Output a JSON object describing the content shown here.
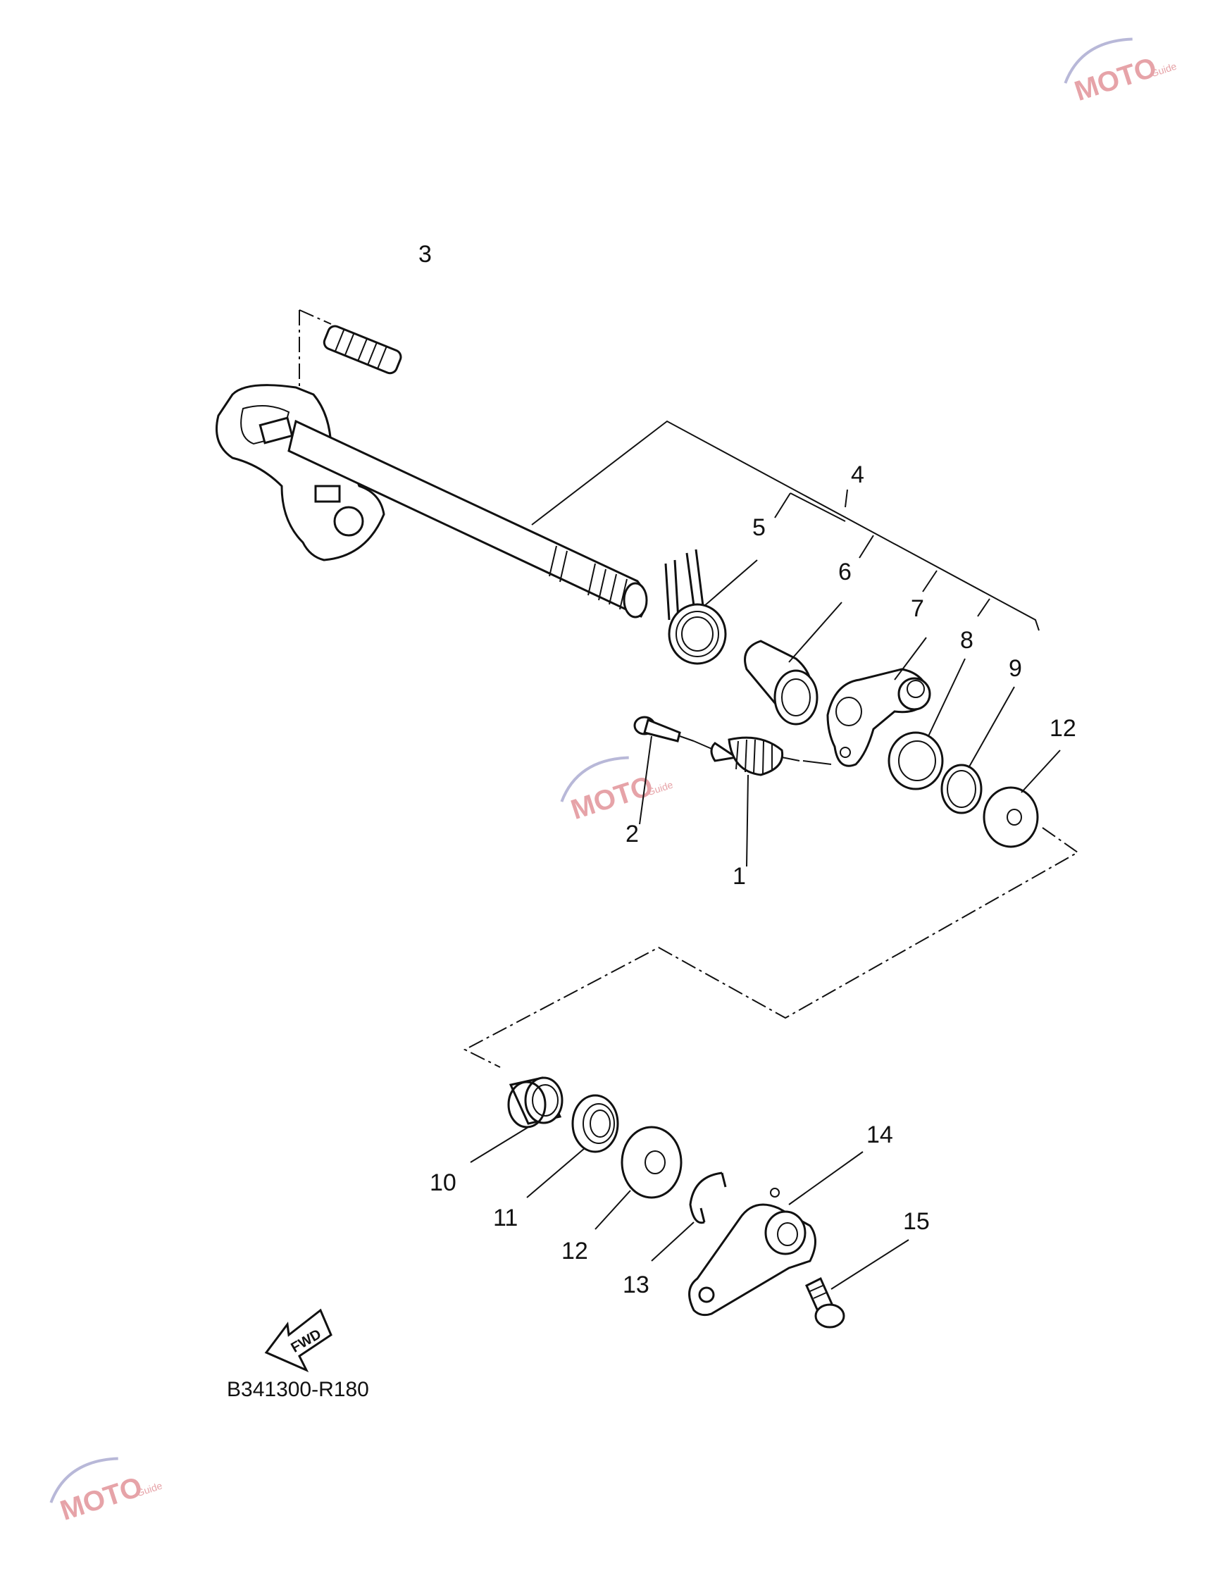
{
  "diagram": {
    "diagram_code": "B341300-R180",
    "fwd_label": "FWD",
    "watermark": {
      "brand": "MOTO",
      "tagline": "Guide"
    },
    "callouts": [
      "1",
      "2",
      "3",
      "4",
      "5",
      "6",
      "7",
      "8",
      "9",
      "10",
      "11",
      "12",
      "13",
      "14",
      "15"
    ],
    "callout_12_upper": "12",
    "callout_12_lower": "12"
  },
  "colors": {
    "ink": "#111111",
    "watermark": "#e6a3a8",
    "watermark_accent": "#b8b8d8",
    "background": "#ffffff"
  }
}
